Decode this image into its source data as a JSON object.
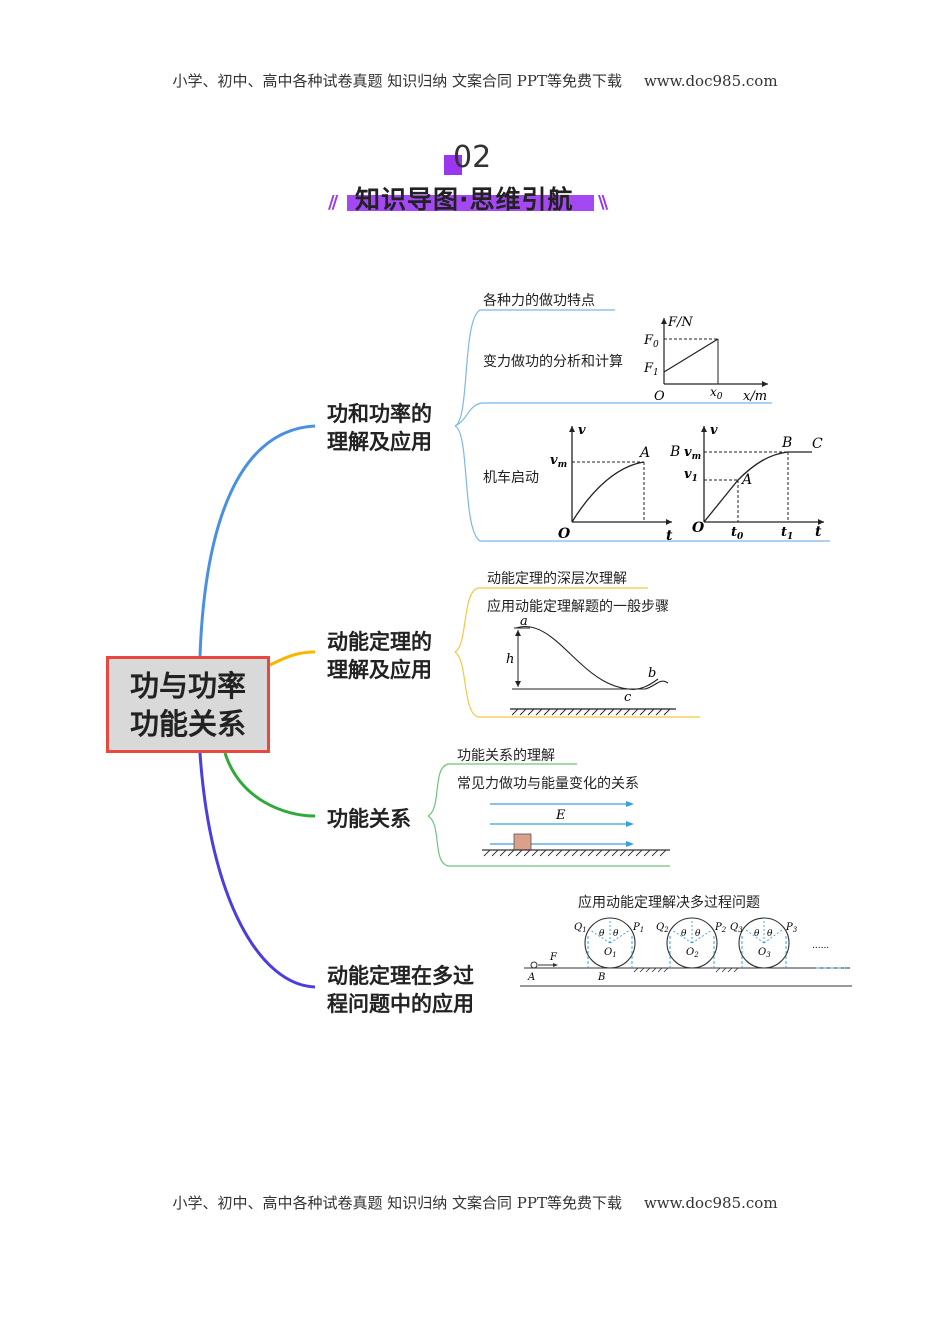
{
  "header": {
    "text": "小学、初中、高中各种试卷真题  知识归纳  文案合同  PPT等免费下载",
    "url": "www.doc985.com"
  },
  "footer": {
    "text": "小学、初中、高中各种试卷真题  知识归纳  文案合同  PPT等免费下载",
    "url": "www.doc985.com"
  },
  "section": {
    "number": "02",
    "title": "知识导图·思维引航"
  },
  "mindmap": {
    "root": {
      "line1": "功与功率",
      "line2": "功能关系"
    },
    "branches": [
      {
        "line1": "功和功率的",
        "line2": "理解及应用",
        "leaves": [
          "各种力的做功特点",
          "变力做功的分析和计算",
          "机车启动"
        ]
      },
      {
        "line1": "动能定理的",
        "line2": "理解及应用",
        "leaves": [
          "动能定理的深层次理解",
          "应用动能定理解题的一般步骤"
        ]
      },
      {
        "line1": "功能关系",
        "line2": "",
        "leaves": [
          "功能关系的理解",
          "常见力做功与能量变化的关系"
        ]
      },
      {
        "line1": "动能定理在多过",
        "line2": "程问题中的应用",
        "leaves": [
          "应用动能定理解决多过程问题"
        ]
      }
    ]
  },
  "colors": {
    "root_border": "#e8483f",
    "branch1": "#4a90e2",
    "branch2": "#f5b700",
    "branch3": "#2faa3a",
    "branch4": "#4b3ee0",
    "accent": "#9b36f0"
  },
  "figures": {
    "fx": {
      "f_axis": "F/N",
      "x_axis": "x/m",
      "f0": "F",
      "f0_sub": "0",
      "f1": "F",
      "f1_sub": "1",
      "x0": "x",
      "x0_sub": "0",
      "origin": "O"
    },
    "v1": {
      "v_axis": "v",
      "vm": "v",
      "vm_sub": "m",
      "point": "A",
      "origin": "O",
      "t_axis": "t"
    },
    "v2": {
      "v_axis": "v",
      "vm": "v",
      "vm_sub": "m",
      "v1": "v",
      "v1_sub": "1",
      "A": "A",
      "B": "B",
      "B_left": "B",
      "C": "C",
      "origin": "O",
      "t0": "t",
      "t0_sub": "0",
      "t1": "t",
      "t1_sub": "1",
      "t_axis": "t"
    },
    "slope": {
      "a": "a",
      "h": "h",
      "b": "b",
      "c": "c"
    },
    "field": {
      "E": "E"
    },
    "loops": {
      "Q1": "Q",
      "Q1_sub": "1",
      "P1": "P",
      "P1_sub": "1",
      "O1": "O",
      "O1_sub": "1",
      "Q2": "Q",
      "Q2_sub": "2",
      "P2": "P",
      "P2_sub": "2",
      "O2": "O",
      "O2_sub": "2",
      "Q3": "Q",
      "Q3_sub": "3",
      "P3": "P",
      "P3_sub": "3",
      "O3": "O",
      "O3_sub": "3",
      "theta": "θ",
      "A": "A",
      "B": "B",
      "F": "F",
      "dots": "......"
    }
  }
}
